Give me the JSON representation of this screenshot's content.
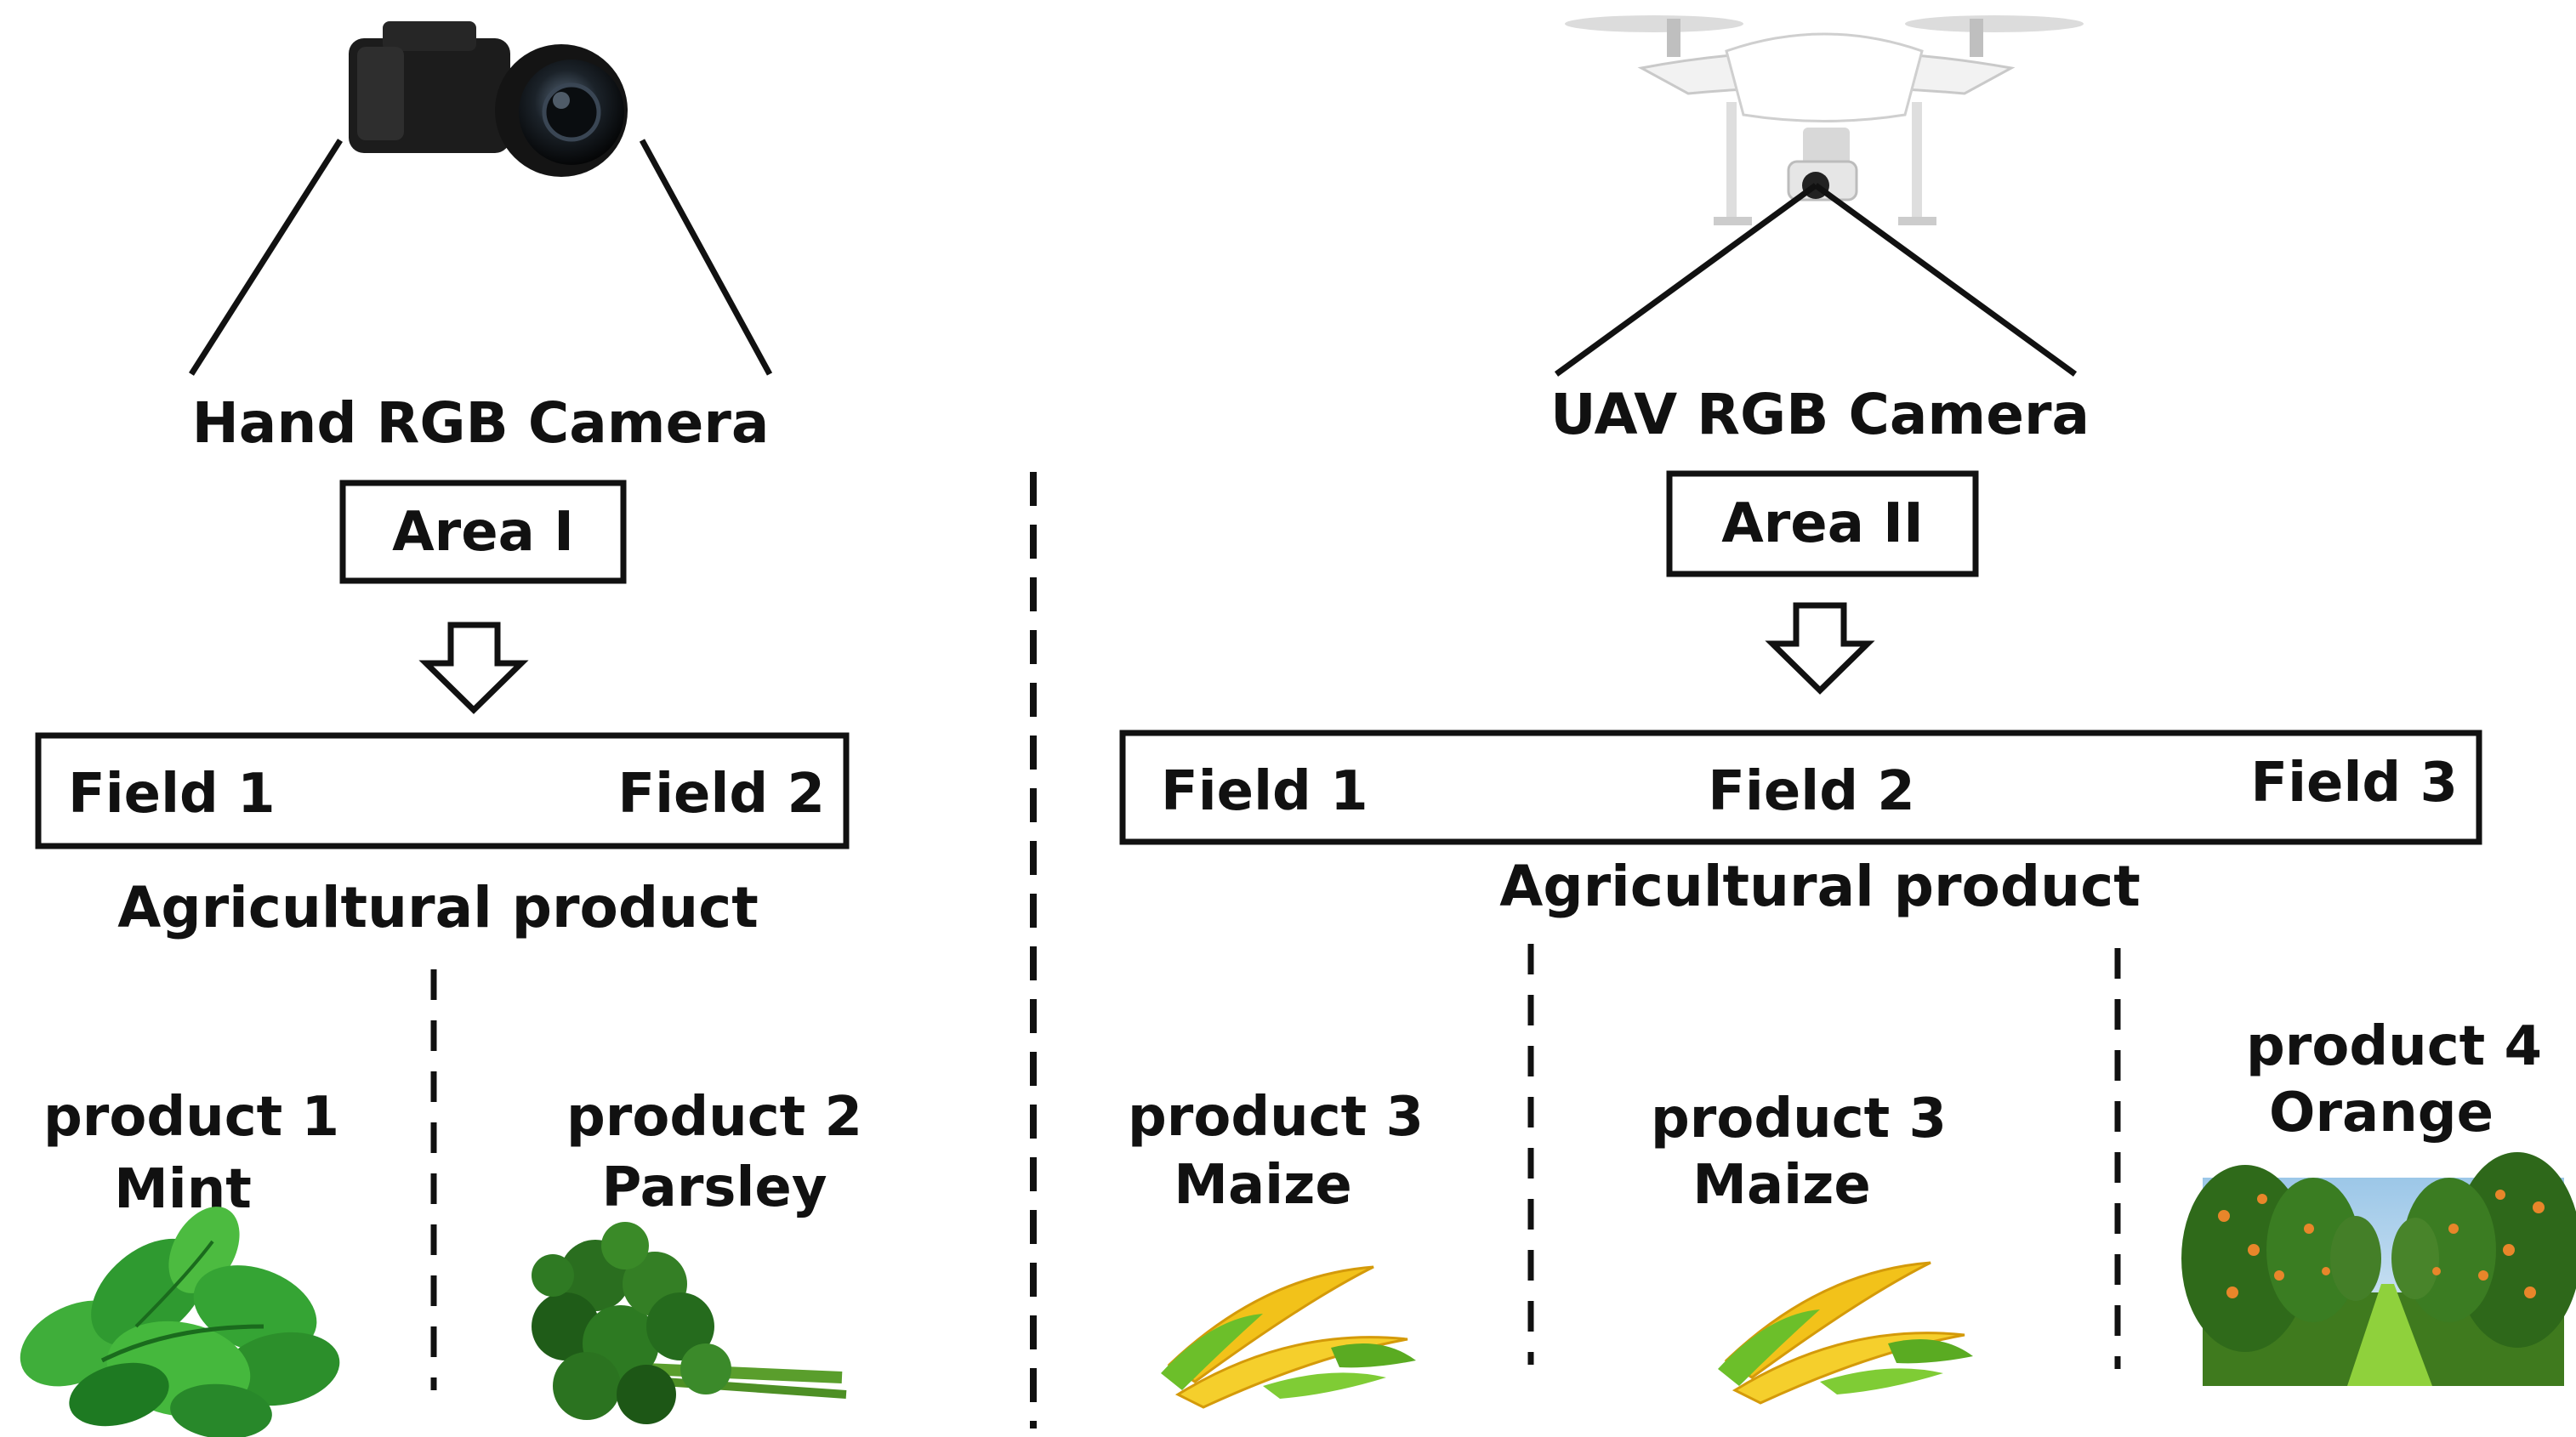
{
  "left": {
    "camera_label": "Hand RGB Camera",
    "area_label": "Area I",
    "fields": [
      "Field 1",
      "Field 2"
    ],
    "product_label": "Agricultural product",
    "products": [
      {
        "line1": "product 1",
        "line2": "Mint"
      },
      {
        "line1": "product 2",
        "line2": "Parsley"
      }
    ]
  },
  "right": {
    "camera_label": "UAV RGB Camera",
    "area_label": "Area II",
    "fields": [
      "Field 1",
      "Field 2",
      "Field 3"
    ],
    "product_label": "Agricultural product",
    "products": [
      {
        "line1": "product 3",
        "line2": "Maize"
      },
      {
        "line1": "product 3",
        "line2": "Maize"
      },
      {
        "line1": "product 4",
        "line2": "Orange"
      }
    ]
  },
  "icons": [
    "handheld-camera-icon",
    "uav-drone-icon",
    "down-arrow-icon",
    "mint-leaves-icon",
    "parsley-bunch-icon",
    "maize-corn-icon",
    "orange-orchard-icon"
  ],
  "colors": {
    "line": "#111111",
    "leaf": "#3fae3a",
    "leaf_dark": "#1e7a22",
    "corn": "#f2c21a",
    "husk": "#6cbf2a",
    "orchard_grass": "#8fd13c",
    "orange": "#e8862a"
  }
}
